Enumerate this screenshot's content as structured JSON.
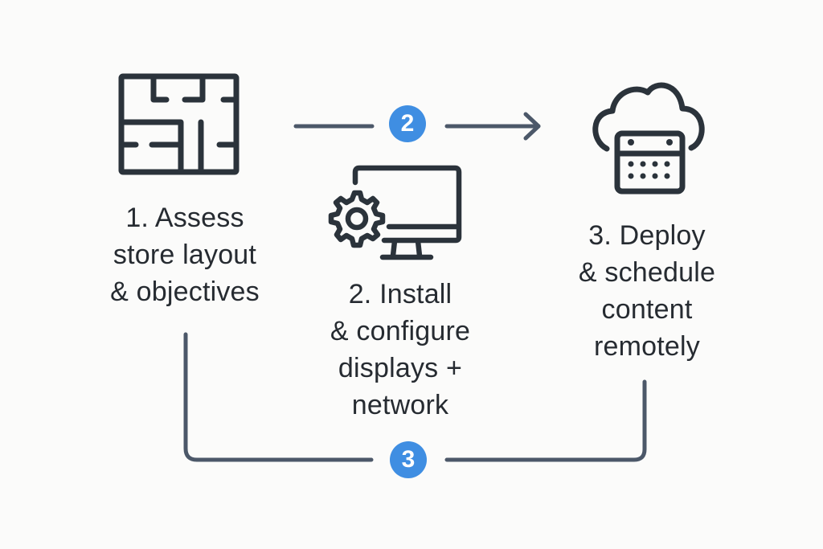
{
  "diagram": {
    "colors": {
      "background": "#fbfbfa",
      "icon_stroke": "#2b333b",
      "connector_stroke": "#4c5869",
      "badge_fill": "#3f8ee2",
      "badge_text": "#ffffff",
      "text": "#262b31"
    },
    "steps": [
      {
        "icon": "floor-plan-icon",
        "lines": [
          "1. Assess",
          "store layout",
          "& objectives"
        ]
      },
      {
        "icon": "monitor-gear-icon",
        "lines": [
          "2. Install",
          "& configure",
          "displays +",
          "network"
        ]
      },
      {
        "icon": "cloud-calendar-icon",
        "lines": [
          "3. Deploy",
          "& schedule",
          "content",
          "remotely"
        ]
      }
    ],
    "connectors": [
      {
        "badge": "2",
        "from": "step-1",
        "to": "step-3",
        "style": "arrow"
      },
      {
        "badge": "3",
        "from": "step-1",
        "to": "step-3",
        "style": "loop"
      }
    ]
  }
}
